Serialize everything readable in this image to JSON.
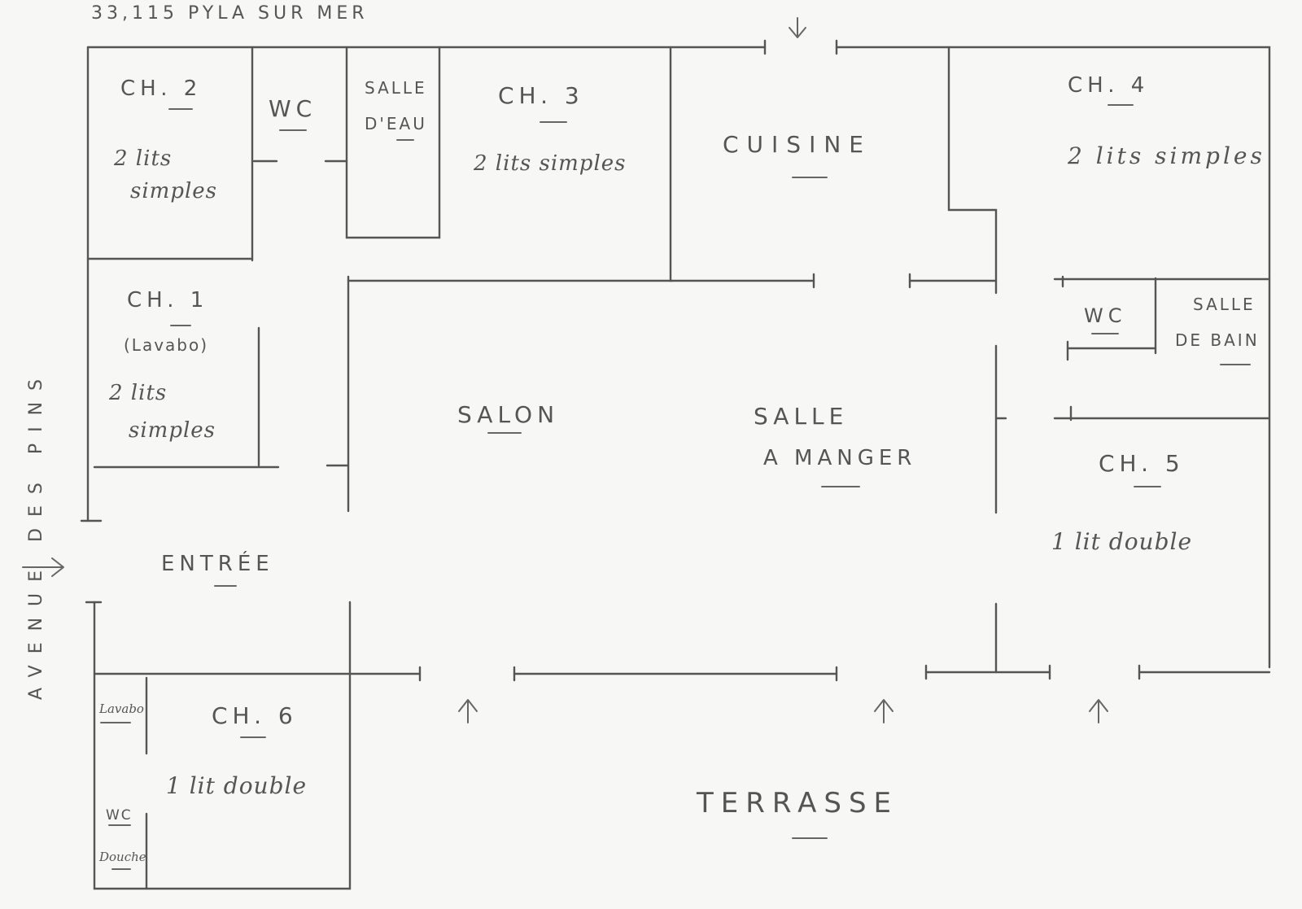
{
  "address": "33,115   PYLA SUR MER",
  "street": "AVENUE DES PINS",
  "rooms": {
    "ch2": {
      "name": "CH. 2",
      "detail": [
        "2 lits",
        "simples"
      ]
    },
    "wc1": {
      "name": "WC"
    },
    "salle_eau": {
      "name": [
        "SALLE",
        "D'EAU"
      ]
    },
    "ch3": {
      "name": "CH. 3",
      "detail": [
        "2 lits simples"
      ]
    },
    "cuisine": {
      "name": "CUISINE"
    },
    "ch4": {
      "name": "CH. 4",
      "detail": [
        "2 lits simples"
      ]
    },
    "ch1": {
      "name": "CH. 1",
      "sub": "(Lavabo)",
      "detail": [
        "2 lits",
        "simples"
      ]
    },
    "wc2": {
      "name": "WC"
    },
    "salle_bain": {
      "name": [
        "SALLE",
        "DE BAIN"
      ]
    },
    "salon": {
      "name": "SALON"
    },
    "salle_manger": {
      "name": [
        "SALLE",
        "A MANGER"
      ]
    },
    "ch5": {
      "name": "CH. 5",
      "detail": [
        "1 lit double"
      ]
    },
    "entree": {
      "name": "ENTRÉE"
    },
    "ch6": {
      "name": "CH. 6",
      "detail": [
        "1 lit double"
      ],
      "lavabo": "Lavabo",
      "wc": "WC",
      "douche": "Douche"
    },
    "terrasse": {
      "name": "TERRASSE"
    }
  }
}
